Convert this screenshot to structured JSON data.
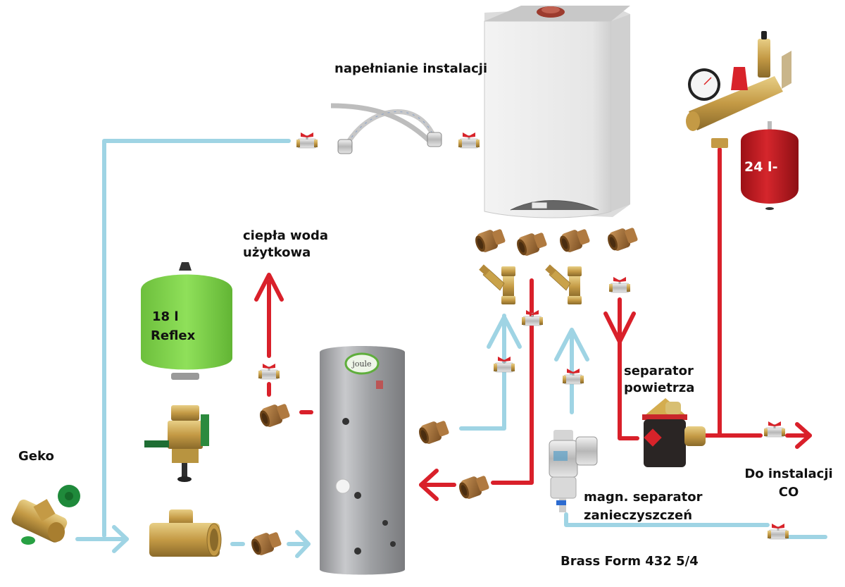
{
  "colors": {
    "cold_pipe": "#9fd4e4",
    "hot_pipe": "#d9202a",
    "brass": "#c9a24a",
    "brass_dark": "#8a6a2a",
    "reflex_tank": "#7ed04a",
    "red_tank": "#c0181e",
    "cylinder": "#a9aaad",
    "boiler_body": "#eeeeee",
    "valve_handle_red": "#d8232a",
    "geko_green": "#1f8a3b",
    "text": "#111111"
  },
  "labels": {
    "filling": "napełnianie instalacji",
    "dhw_line1": "ciepła woda",
    "dhw_line2": "użytkowa",
    "reflex_line1": "18 l",
    "reflex_line2": "Reflex",
    "geko": "Geko",
    "red_tank": "24 l-",
    "air_separator_line1": "separator",
    "air_separator_line2": "powietrza",
    "to_ch_line1": "Do instalacji",
    "to_ch_line2": "CO",
    "mag_separator_line1": "magn. separator",
    "mag_separator_line2": "zanieczyszczeń",
    "brass_form": "Brass Form 432 5/4",
    "cylinder_brand": "joule"
  },
  "components": [
    {
      "id": "boiler",
      "icon": "wall-boiler-icon"
    },
    {
      "id": "hot-water-cylinder",
      "icon": "cylinder-icon"
    },
    {
      "id": "reflex-expansion-vessel",
      "icon": "expansion-vessel-icon"
    },
    {
      "id": "ch-expansion-vessel",
      "icon": "expansion-vessel-icon"
    },
    {
      "id": "safety-group",
      "icon": "safety-manifold-icon"
    },
    {
      "id": "flexible-hose",
      "icon": "braided-hose-icon"
    },
    {
      "id": "geko-valve",
      "icon": "geko-valve-icon"
    },
    {
      "id": "tee-fitting",
      "icon": "tee-fitting-icon"
    },
    {
      "id": "flowjet-valve",
      "icon": "service-valve-icon"
    },
    {
      "id": "air-separator",
      "icon": "air-separator-icon"
    },
    {
      "id": "magnetic-separator",
      "icon": "magnetic-filter-icon"
    },
    {
      "id": "y-strainer",
      "icon": "y-strainer-icon"
    },
    {
      "id": "ball-valve",
      "icon": "ball-valve-icon"
    },
    {
      "id": "brass-union",
      "icon": "union-fitting-icon"
    }
  ]
}
